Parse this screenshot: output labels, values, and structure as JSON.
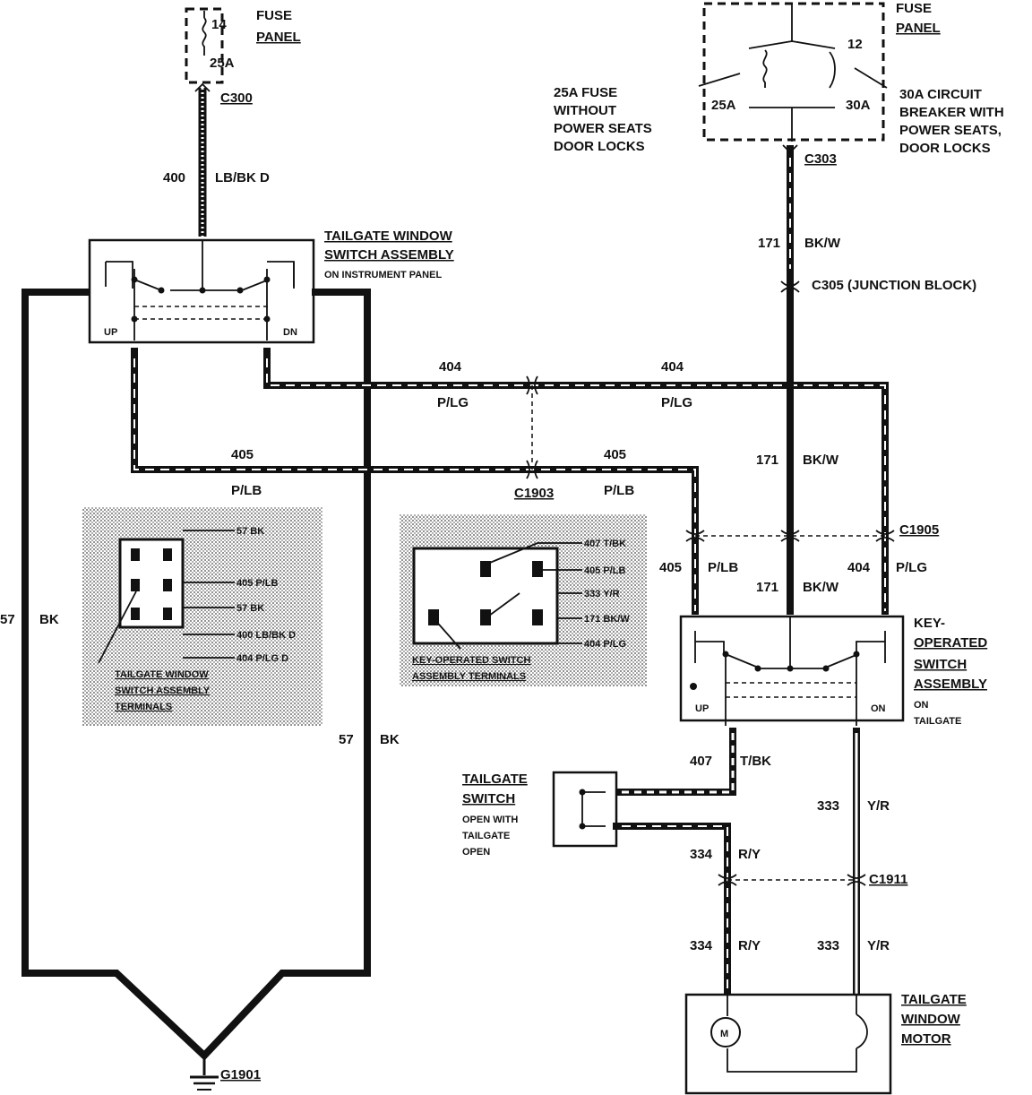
{
  "fuse_panel_left": {
    "label_line1": "FUSE",
    "label_line2": "PANEL",
    "fuse_number": "14",
    "fuse_rating": "25A",
    "connector": "C300"
  },
  "wire_400": {
    "circuit": "400",
    "color": "LB/BK D"
  },
  "tailgate_window_switch": {
    "title_line1": "TAILGATE WINDOW",
    "title_line2": "SWITCH ASSEMBLY",
    "location": "ON INSTRUMENT PANEL",
    "up_label": "UP",
    "dn_label": "DN"
  },
  "fuse_panel_right": {
    "label_line1": "FUSE",
    "label_line2": "PANEL",
    "position": "12",
    "fuse_rating": "25A",
    "breaker_rating": "30A",
    "connector": "C303"
  },
  "fuse_note": {
    "line1": "25A FUSE",
    "line2": "WITHOUT",
    "line3": "POWER SEATS",
    "line4": "DOOR LOCKS"
  },
  "breaker_note": {
    "line1": "30A CIRCUIT",
    "line2": "BREAKER WITH",
    "line3": "POWER SEATS,",
    "line4": "DOOR LOCKS"
  },
  "wire_171_top": {
    "circuit": "171",
    "color": "BK/W"
  },
  "junction_block": {
    "label": "C305 (JUNCTION BLOCK)"
  },
  "wire_404_left": {
    "circuit": "404",
    "color": "P/LG"
  },
  "wire_404_right": {
    "circuit": "404",
    "color": "P/LG"
  },
  "wire_405_left": {
    "circuit": "405",
    "color": "P/LB"
  },
  "wire_405_right": {
    "circuit": "405",
    "color": "P/LB"
  },
  "connector_c1903": "C1903",
  "wire_171_mid": {
    "circuit": "171",
    "color": "BK/W"
  },
  "connector_c1905": "C1905",
  "wire_405_lower": {
    "circuit": "405",
    "color": "P/LB"
  },
  "wire_171_lower": {
    "circuit": "171",
    "color": "BK/W"
  },
  "wire_404_lower": {
    "circuit": "404",
    "color": "P/LG"
  },
  "wire_57_left": {
    "circuit": "57",
    "color": "BK"
  },
  "wire_57_right": {
    "circuit": "57",
    "color": "BK"
  },
  "left_terminals": {
    "pins": [
      "57 BK",
      "405 P/LB",
      "57 BK",
      "400 LB/BK D",
      "404 P/LG D"
    ],
    "caption_line1": "TAILGATE WINDOW",
    "caption_line2": "SWITCH ASSEMBLY",
    "caption_line3": "TERMINALS"
  },
  "center_terminals": {
    "pins": [
      "407 T/BK",
      "405 P/LB",
      "333 Y/R",
      "171 BK/W",
      "404 P/LG"
    ],
    "caption_line1": "KEY-OPERATED SWITCH",
    "caption_line2": "ASSEMBLY TERMINALS"
  },
  "key_switch": {
    "title_line1": "KEY-",
    "title_line2": "OPERATED",
    "title_line3": "SWITCH",
    "title_line4": "ASSEMBLY",
    "loc_line1": "ON",
    "loc_line2": "TAILGATE",
    "up_label": "UP",
    "on_label": "ON"
  },
  "wire_407": {
    "circuit": "407",
    "color": "T/BK"
  },
  "tailgate_switch": {
    "title_line1": "TAILGATE",
    "title_line2": "SWITCH",
    "note_line1": "OPEN WITH",
    "note_line2": "TAILGATE",
    "note_line3": "OPEN"
  },
  "wire_334_upper": {
    "circuit": "334",
    "color": "R/Y"
  },
  "wire_333_upper": {
    "circuit": "333",
    "color": "Y/R"
  },
  "connector_c1911": "C1911",
  "wire_334_lower": {
    "circuit": "334",
    "color": "R/Y"
  },
  "wire_333_lower": {
    "circuit": "333",
    "color": "Y/R"
  },
  "motor": {
    "title_line1": "TAILGATE",
    "title_line2": "WINDOW",
    "title_line3": "MOTOR",
    "symbol": "M"
  },
  "ground": {
    "label": "G1901"
  }
}
